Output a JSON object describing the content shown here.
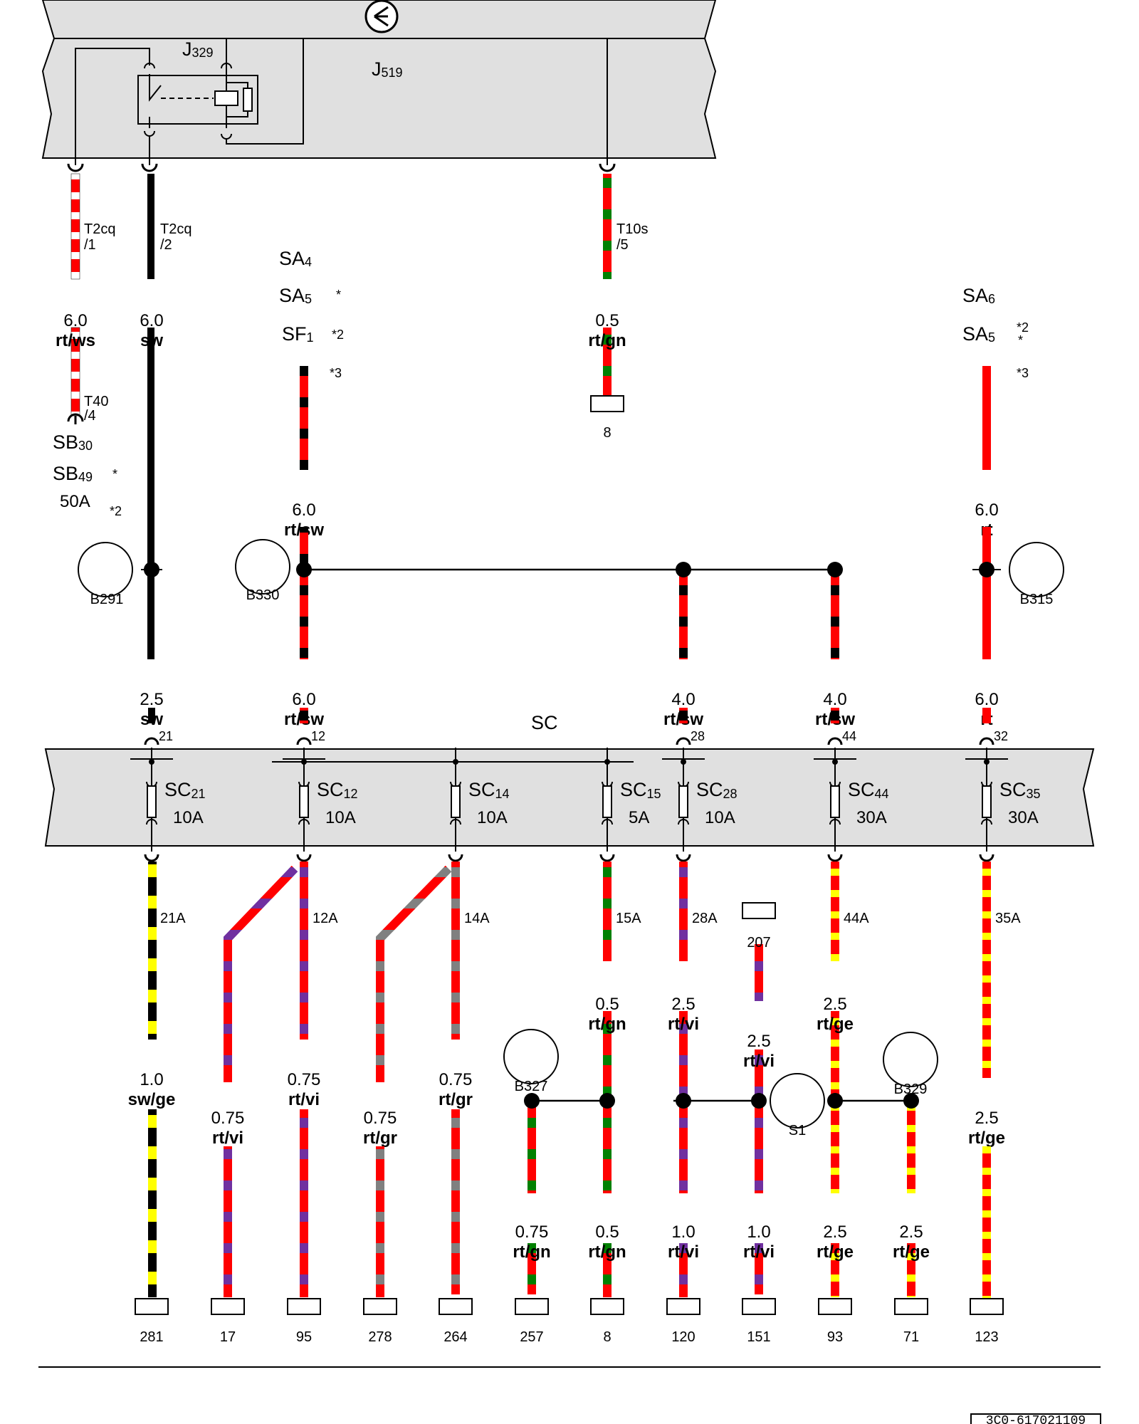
{
  "colors": {
    "rt": "#ff0000",
    "sw": "#000000",
    "ws": "#ffffff",
    "gn": "#008000",
    "vi": "#7030a0",
    "ge": "#ffff00",
    "gr": "#808080",
    "panel": "#e0e0e0"
  },
  "top": {
    "components": [
      {
        "main": "J",
        "sub": "329"
      },
      {
        "main": "J",
        "sub": "519"
      }
    ]
  },
  "plugs": [
    {
      "line1": "T2cq",
      "line2": "/1"
    },
    {
      "line1": "T2cq",
      "line2": "/2"
    },
    {
      "line1": "T10s",
      "line2": "/5"
    },
    {
      "line1": "T40",
      "line2": "/4"
    }
  ],
  "fuse_labels": [
    {
      "main": "SA",
      "sub": "4",
      "mark": ""
    },
    {
      "main": "SA",
      "sub": "5",
      "mark": "*"
    },
    {
      "main": "SF",
      "sub": "1",
      "mark": "*2"
    },
    {
      "main": "",
      "sub": "",
      "mark": "*3"
    },
    {
      "main": "SA",
      "sub": "6",
      "mark": ""
    },
    {
      "main": "SA",
      "sub": "5",
      "mark": "*2"
    },
    {
      "main": "",
      "sub": "",
      "mark": "*"
    },
    {
      "main": "",
      "sub": "",
      "mark": "*3"
    },
    {
      "main": "SB",
      "sub": "30",
      "mark": ""
    },
    {
      "main": "SB",
      "sub": "49",
      "mark": "*"
    },
    {
      "main": "50A",
      "sub": "",
      "mark": "*2"
    }
  ],
  "wire_labels": [
    {
      "size": "6.0",
      "color": "rt/ws"
    },
    {
      "size": "6.0",
      "color": "sw"
    },
    {
      "size": "0.5",
      "color": "rt/gn"
    },
    {
      "size": "6.0",
      "color": "rt/sw"
    },
    {
      "size": "6.0",
      "color": "rt"
    },
    {
      "size": "2.5",
      "color": "sw"
    },
    {
      "size": "6.0",
      "color": "rt/sw"
    },
    {
      "size": "4.0",
      "color": "rt/sw"
    },
    {
      "size": "4.0",
      "color": "rt/sw"
    },
    {
      "size": "6.0",
      "color": "rt"
    },
    {
      "size": "1.0",
      "color": "sw/ge"
    },
    {
      "size": "0.75",
      "color": "rt/vi"
    },
    {
      "size": "0.75",
      "color": "rt/vi"
    },
    {
      "size": "0.75",
      "color": "rt/gr"
    },
    {
      "size": "0.75",
      "color": "rt/gr"
    },
    {
      "size": "0.5",
      "color": "rt/gn"
    },
    {
      "size": "2.5",
      "color": "rt/vi"
    },
    {
      "size": "2.5",
      "color": "rt/vi"
    },
    {
      "size": "2.5",
      "color": "rt/ge"
    },
    {
      "size": "2.5",
      "color": "rt/ge"
    },
    {
      "size": "0.75",
      "color": "rt/gn"
    },
    {
      "size": "0.5",
      "color": "rt/gn"
    },
    {
      "size": "1.0",
      "color": "rt/vi"
    },
    {
      "size": "1.0",
      "color": "rt/vi"
    },
    {
      "size": "2.5",
      "color": "rt/ge"
    },
    {
      "size": "2.5",
      "color": "rt/ge"
    }
  ],
  "grounds": [
    {
      "label": "B291"
    },
    {
      "label": "B330"
    },
    {
      "label": "B315"
    },
    {
      "label": "B327"
    },
    {
      "label": "S1"
    },
    {
      "label": "B329"
    }
  ],
  "fuse_box": {
    "name": "SC",
    "pins": [
      "21",
      "12",
      "28",
      "44",
      "32"
    ],
    "fuses": [
      {
        "main": "SC",
        "sub": "21",
        "rating": "10A"
      },
      {
        "main": "SC",
        "sub": "12",
        "rating": "10A"
      },
      {
        "main": "SC",
        "sub": "14",
        "rating": "10A"
      },
      {
        "main": "SC",
        "sub": "15",
        "rating": "5A"
      },
      {
        "main": "SC",
        "sub": "28",
        "rating": "10A"
      },
      {
        "main": "SC",
        "sub": "44",
        "rating": "30A"
      },
      {
        "main": "SC",
        "sub": "35",
        "rating": "30A"
      }
    ],
    "outputs": [
      "21A",
      "12A",
      "14A",
      "15A",
      "28A",
      "44A",
      "35A"
    ]
  },
  "terminals": [
    "8",
    "207",
    "281",
    "17",
    "95",
    "278",
    "264",
    "257",
    "8",
    "120",
    "151",
    "93",
    "71",
    "123"
  ],
  "footer": {
    "code": "3C0-617021109"
  }
}
